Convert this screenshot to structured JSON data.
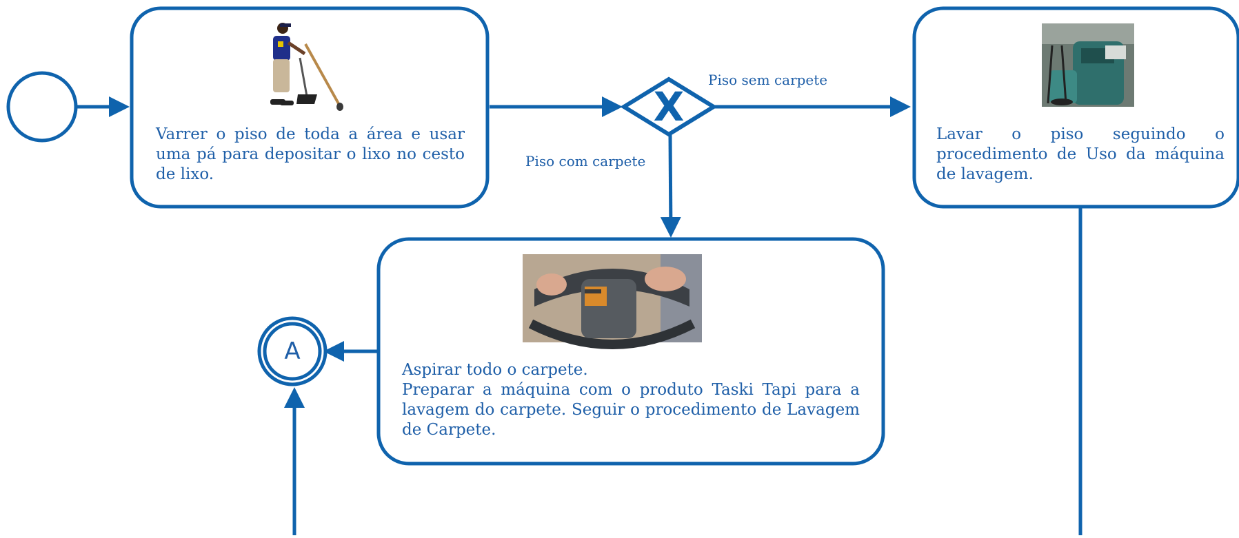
{
  "diagram": {
    "task_sweep": {
      "text": "Varrer o piso de toda a área e usar uma pá para depositar o lixo  no cesto de lixo.",
      "image": "person-sweeping-icon"
    },
    "task_wash_floor": {
      "text": "Lavar o piso seguindo o procedimento de Uso da máquina de lavagem.",
      "image": "floor-scrubber-machine-icon"
    },
    "task_carpet": {
      "line1": "Aspirar todo o carpete.",
      "line2": "Preparar a máquina com o produto Taski Tapi para a lavagem do carpete. Seguir o procedimento de Lavagem de Carpete.",
      "image": "carpet-machine-handle-icon"
    },
    "gateway": {
      "mark": "X"
    },
    "flow_no_carpet": "Piso sem carpete",
    "flow_with_carpet": "Piso com carpete",
    "connector": {
      "letter": "A"
    },
    "colors": {
      "stroke": "#0f63ad",
      "text": "#1f5fa8",
      "background": "#ffffff"
    }
  }
}
